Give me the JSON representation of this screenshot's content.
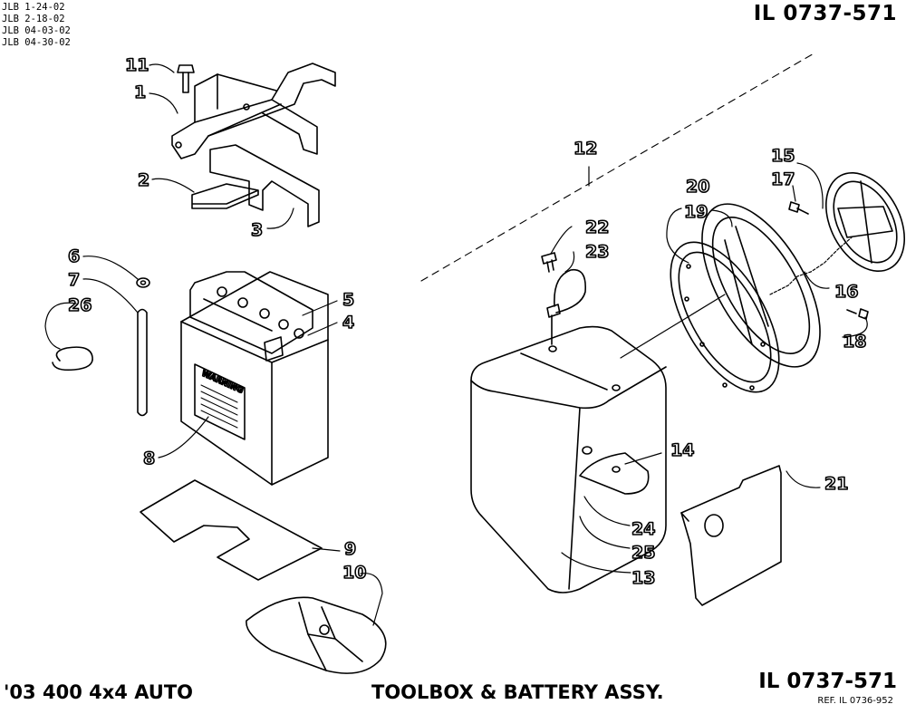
{
  "revisions": [
    "JLB 1-24-02",
    "JLB 2-18-02",
    "JLB 04-03-02",
    "JLB 04-30-02"
  ],
  "header": {
    "illustration_id": "IL 0737-571"
  },
  "footer": {
    "model": "'03 400 4x4 AUTO",
    "title": "TOOLBOX & BATTERY ASSY.",
    "illustration_id": "IL 0737-571",
    "reference": "REF. IL 0736-952"
  },
  "callouts": {
    "c1": "1",
    "c2": "2",
    "c3": "3",
    "c4": "4",
    "c5": "5",
    "c6": "6",
    "c7": "7",
    "c8": "8",
    "c9": "9",
    "c10": "10",
    "c11": "11",
    "c12": "12",
    "c13": "13",
    "c14": "14",
    "c15": "15",
    "c16": "16",
    "c17": "17",
    "c18": "18",
    "c19": "19",
    "c20": "20",
    "c21": "21",
    "c22": "22",
    "c23": "23",
    "c24": "24",
    "c25": "25",
    "c26": "26"
  },
  "warning_label": "WARNING"
}
